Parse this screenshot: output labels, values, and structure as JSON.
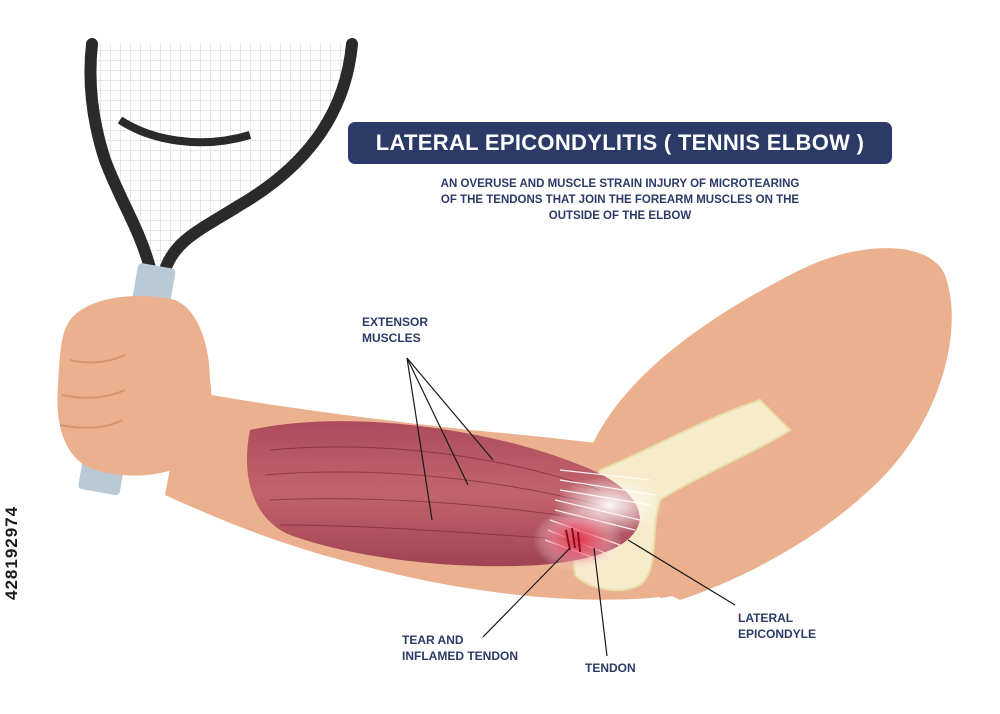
{
  "title": "LATERAL EPICONDYLITIS  ( TENNIS ELBOW )",
  "subtitle": [
    "AN OVERUSE AND MUSCLE STRAIN INJURY OF MICROTEARING",
    "OF THE TENDONS THAT JOIN THE FOREARM MUSCLES ON THE",
    "OUTSIDE OF THE ELBOW"
  ],
  "labels": {
    "extensor_muscles": [
      "EXTENSOR",
      "MUSCLES"
    ],
    "tear": [
      "TEAR AND",
      "INFLAMED TENDON"
    ],
    "tendon": "TENDON",
    "lateral_epicondyle": [
      "LATERAL",
      "EPICONDYLE"
    ]
  },
  "image_id": "428192974",
  "colors": {
    "title_bg": "#2b3a67",
    "text": "#2b3a67",
    "skin": "#ebb18f",
    "muscle": "#b85460",
    "bone": "#f6eccb",
    "racket": "#2a2a2a",
    "grip": "#b9cad6"
  }
}
